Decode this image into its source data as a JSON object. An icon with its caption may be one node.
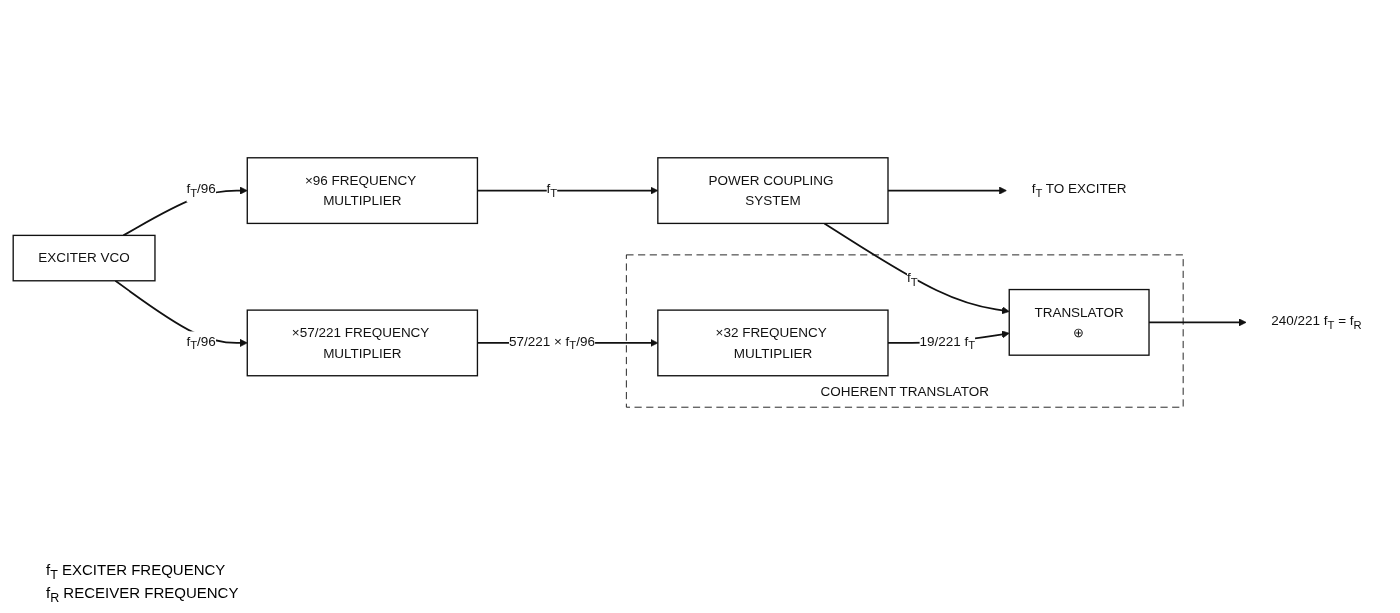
{
  "diagram": {
    "nodes": [
      {
        "text": [
          "EXCITER VCO"
        ]
      },
      {
        "text": [
          "×96 FREQUENCY MULTIPLIER"
        ]
      },
      {
        "text": [
          "POWER COUPLING SYSTEM"
        ]
      },
      {
        "text": [
          "f$_{T}$ TO EXCITER"
        ]
      },
      {
        "text": [
          "×57/221 FREQUENCY MULTIPLIER"
        ]
      },
      {
        "text": [
          "COHERENT TRANSLATOR"
        ]
      },
      {
        "text": [
          "×32 FREQUENCY MULTIPLIER"
        ],
        "in": 5
      },
      {
        "text": [
          "TRANSLATOR",
          "⊕"
        ],
        "in": 5
      },
      {
        "text": [
          "240/221 f$_{T}$ = f$_{R}$"
        ]
      }
    ],
    "edges": [
      {
        "from": 0,
        "to": 1,
        "arrow": "to",
        "label": "f$_{T}$/96"
      },
      {
        "from": 1,
        "to": 2,
        "arrow": "to",
        "label": "f$_{T}$"
      },
      {
        "from": 2,
        "to": 3,
        "arrow": "to"
      },
      {
        "from": 0,
        "to": 4,
        "arrow": "to",
        "label": "f$_{T}$/96"
      },
      {
        "from": 2,
        "to": 7,
        "arrow": "to",
        "label": "f$_{T}$"
      },
      {
        "from": 4,
        "to": 6,
        "arrow": "to",
        "label": "57/221 × f$_{T}$/96"
      },
      {
        "from": 6,
        "to": 7,
        "arrow": "to",
        "label": "19/221 f$_{T}$"
      },
      {
        "from": 7,
        "to": 8,
        "arrow": "to"
      }
    ],
    "labels": [
      "f$_{T}$ EXCITER FREQUENCY",
      "f$_{R}$ RECEIVER FREQUENCY"
    ]
  }
}
